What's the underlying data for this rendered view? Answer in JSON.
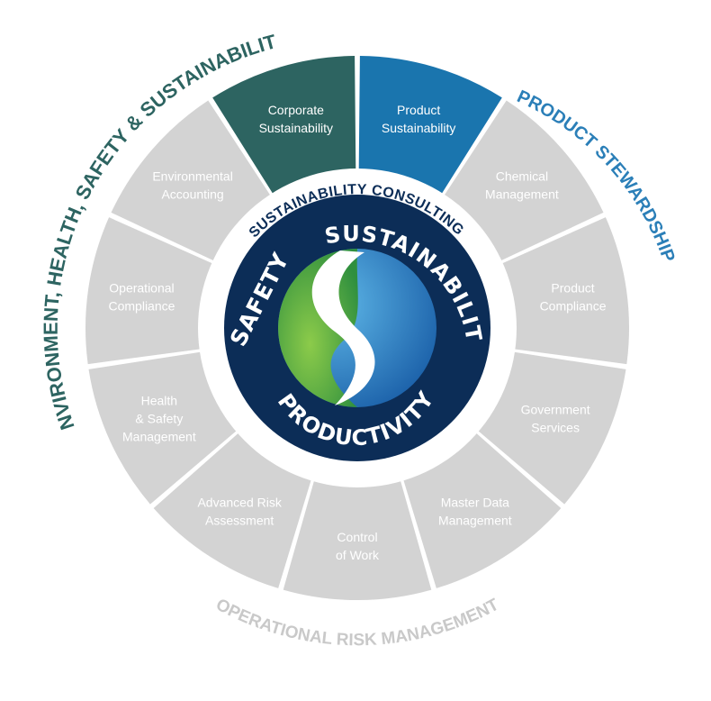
{
  "outer_labels": {
    "ehs": "ENVIRONMENT, HEALTH, SAFETY & SUSTAINABILITY",
    "product_stewardship": "PRODUCT STEWARDSHIP",
    "operational_risk": "OPERATIONAL RISK MANAGEMENT"
  },
  "ring_label": "SUSTAINABILITY CONSULTING",
  "center": {
    "safety": "SAFETY",
    "sustainability": "SUSTAINABILITY",
    "productivity": "PRODUCTIVITY"
  },
  "segments": [
    {
      "lines": [
        "Corporate",
        "Sustainability"
      ],
      "color": "#2d6461"
    },
    {
      "lines": [
        "Product",
        "Sustainability"
      ],
      "color": "#1a75ae"
    },
    {
      "lines": [
        "Chemical",
        "Management"
      ],
      "color": "#d3d3d3"
    },
    {
      "lines": [
        "Product",
        "Compliance"
      ],
      "color": "#d3d3d3"
    },
    {
      "lines": [
        "Government",
        "Services"
      ],
      "color": "#d3d3d3"
    },
    {
      "lines": [
        "Master Data",
        "Management"
      ],
      "color": "#d3d3d3"
    },
    {
      "lines": [
        "Control",
        "of Work"
      ],
      "color": "#d3d3d3"
    },
    {
      "lines": [
        "Advanced Risk",
        "Assessment"
      ],
      "color": "#d3d3d3"
    },
    {
      "lines": [
        "Health",
        "& Safety",
        "Management"
      ],
      "color": "#d3d3d3"
    },
    {
      "lines": [
        "Operational",
        "Compliance"
      ],
      "color": "#d3d3d3"
    },
    {
      "lines": [
        "Environmental",
        "Accounting"
      ],
      "color": "#d3d3d3"
    }
  ],
  "colors": {
    "ehs_text": "#2d6461",
    "stewardship_text": "#2b7fb8",
    "operational_text": "#c9c9c9",
    "navy": "#0c2d57",
    "ring_text": "#0c2d57",
    "green": "#3fa34d",
    "blue": "#2a7fc4"
  }
}
